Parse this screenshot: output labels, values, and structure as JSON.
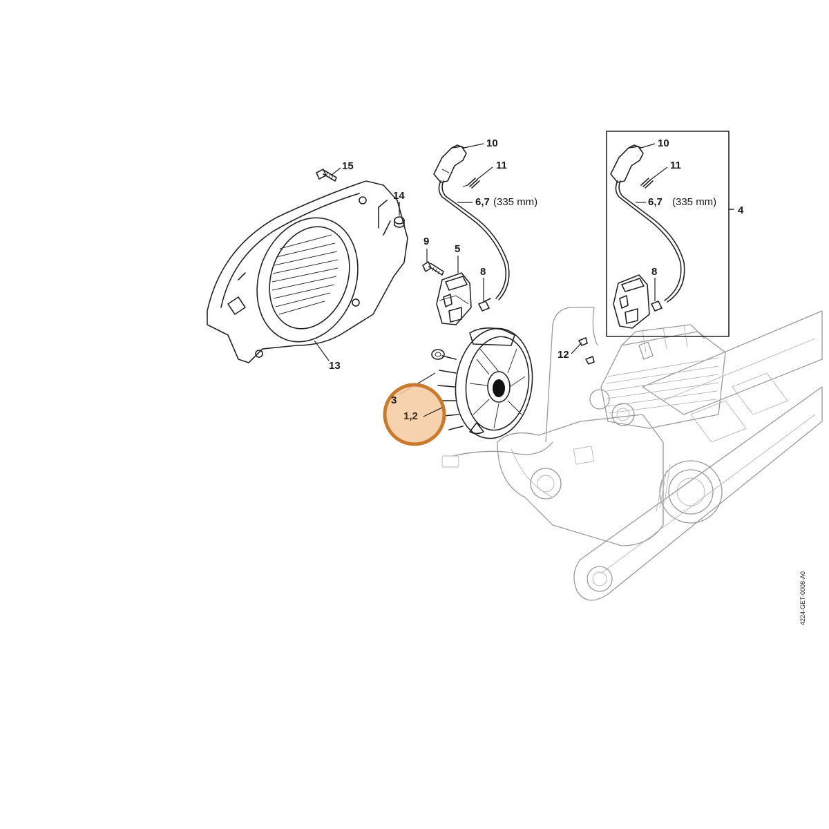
{
  "callouts": {
    "c15": "15",
    "c14": "14",
    "c13": "13",
    "c10a": "10",
    "c11a": "11",
    "c67a": "6,7",
    "c67a_len": "(335 mm)",
    "c9": "9",
    "c5": "5",
    "c8a": "8",
    "c3": "3",
    "c12a": "1,2",
    "c12": "12",
    "c10b": "10",
    "c11b": "11",
    "c67b": "6,7",
    "c67b_len": "(335 mm)",
    "c4": "4",
    "c8b": "8"
  },
  "reference_code": "4224-GET-0008-A0",
  "highlight": {
    "target": "1,2",
    "fill": "#f5cba0",
    "stroke": "#c97a2e"
  }
}
